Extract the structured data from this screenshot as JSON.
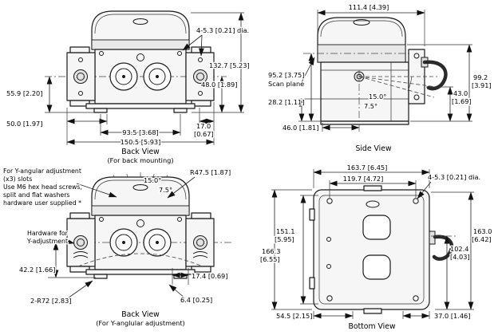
{
  "page": {
    "background": "#ffffff",
    "line_color": "#1a1a1a"
  },
  "views": {
    "back_mounting": {
      "caption": "Back View",
      "subcaption": "(For back mounting)",
      "dims": {
        "hole_dia": "4-5.3 [0.21] dia.",
        "total_height": "132.7 [5.23]",
        "lens_center_to_base": "48.0 [1.89]",
        "lens_center_height": "55.9 [2.20]",
        "bracket_width": "50.0 [1.97]",
        "foot_span": "93.5 [3.68]",
        "total_width": "150.5 [5.93]",
        "foot_width_mm": "17.0",
        "foot_width_in": "[0.67]"
      }
    },
    "side": {
      "caption": "Side View",
      "dims": {
        "top_width": "111.4 [4.39]",
        "scan_plane_height": "95.2 [3.75]",
        "scan_plane_label": "Scan plane",
        "lower_height": "28.2 [1.11]",
        "base_depth": "46.0 [1.81]",
        "angle_outer": "15.0°",
        "angle_inner": "7.5°",
        "right_height_mm": "99.2",
        "right_height_in": "[3.91]",
        "bracket_height_mm": "43.0",
        "bracket_height_in": "[1.69]"
      }
    },
    "back_y_angular": {
      "caption": "Back View",
      "subcaption": "(For Y-anglular adjustment)",
      "note_lines": [
        "For Y-angular adjustment",
        "(x3) slots",
        "Use M6 hex head screws,",
        "split and flat washers",
        "hardware user supplied *"
      ],
      "dims": {
        "angle_outer": "15.0°",
        "angle_inner": "7.5°",
        "dome_radius": "R47.5 [1.87]",
        "hardware_label_line1": "Hardware for",
        "hardware_label_line2": "Y-adjustment",
        "screw_to_base": "42.2 [1.66]",
        "slot_radius": "2-R72 [2.83]",
        "slot_offset": "17.4 [0.69]",
        "slot_width": "6.4 [0.25]"
      }
    },
    "bottom": {
      "caption": "Bottom View",
      "dims": {
        "outer_width": "163.7 [6.45]",
        "hole_span": "119.7 [4.72]",
        "hole_dia": "4-5.3 [0.21] dia.",
        "inner_length_mm": "151.1",
        "inner_length_in": "[5.95]",
        "outer_length_mm": "166.3",
        "outer_length_in": "[6.55]",
        "right_length_mm": "163.0",
        "right_length_in": "[6.42]",
        "cable_height_mm": "102.4",
        "cable_height_in": "[4.03]",
        "slot_offset_left": "54.5 [2.15]",
        "hole_offset_right": "37.0 [1.46]"
      }
    }
  }
}
